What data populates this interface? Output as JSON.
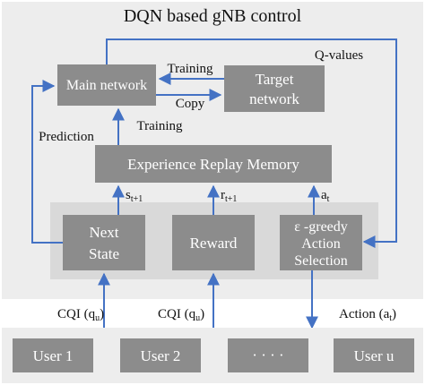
{
  "title": "DQN based gNB control",
  "boxes": {
    "main_network": "Main network",
    "target_network_line1": "Target",
    "target_network_line2": "network",
    "replay_memory": "Experience Replay Memory",
    "next_state_line1": "Next",
    "next_state_line2": "State",
    "reward": "Reward",
    "action_sel_line1": "ε -greedy",
    "action_sel_line2": "Action",
    "action_sel_line3": "Selection"
  },
  "labels": {
    "q_values": "Q-values",
    "training_top": "Training",
    "copy": "Copy",
    "training_mid": "Training",
    "prediction": "Prediction",
    "s_next": "s",
    "s_next_sub": "t+1",
    "r_next": "r",
    "r_next_sub": "t+1",
    "a_t": "a",
    "a_t_sub": "t"
  },
  "interface": {
    "cqi_left": "CQI (q",
    "cqi_left_sub": "u",
    "cqi_left_close": ")",
    "cqi_mid": "CQI (q",
    "cqi_mid_sub": "u",
    "cqi_mid_close": ")",
    "action": "Action (a",
    "action_sub": "t",
    "action_close": ")"
  },
  "users": [
    "User 1",
    "User 2",
    "· · · ·",
    "User u"
  ],
  "colors": {
    "panel": "#ededed",
    "inner_panel": "#d9d9d9",
    "box": "#8c8c8c",
    "arrow": "#4472c4"
  }
}
